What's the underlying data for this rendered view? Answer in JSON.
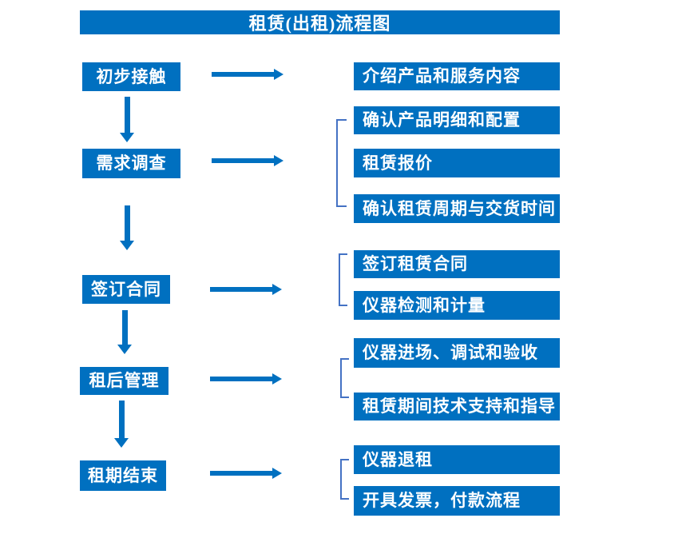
{
  "title": "租赁(出租)流程图",
  "colors": {
    "primary_blue": "#0070C0",
    "bracket_blue": "#4472C4",
    "text_white": "#FFFFFF",
    "background": "#FFFFFF"
  },
  "flow": {
    "stages": [
      {
        "label": "初步接触",
        "details": [
          "介绍产品和服务内容"
        ]
      },
      {
        "label": "需求调查",
        "details": [
          "确认产品明细和配置",
          "租赁报价",
          "确认租赁周期与交货时间"
        ]
      },
      {
        "label": "签订合同",
        "details": [
          "签订租赁合同",
          "仪器检测和计量"
        ]
      },
      {
        "label": "租后管理",
        "details": [
          "仪器进场、调试和验收",
          "租赁期间技术支持和指导"
        ]
      },
      {
        "label": "租期结束",
        "details": [
          "仪器退租",
          "开具发票，付款流程"
        ]
      }
    ]
  }
}
